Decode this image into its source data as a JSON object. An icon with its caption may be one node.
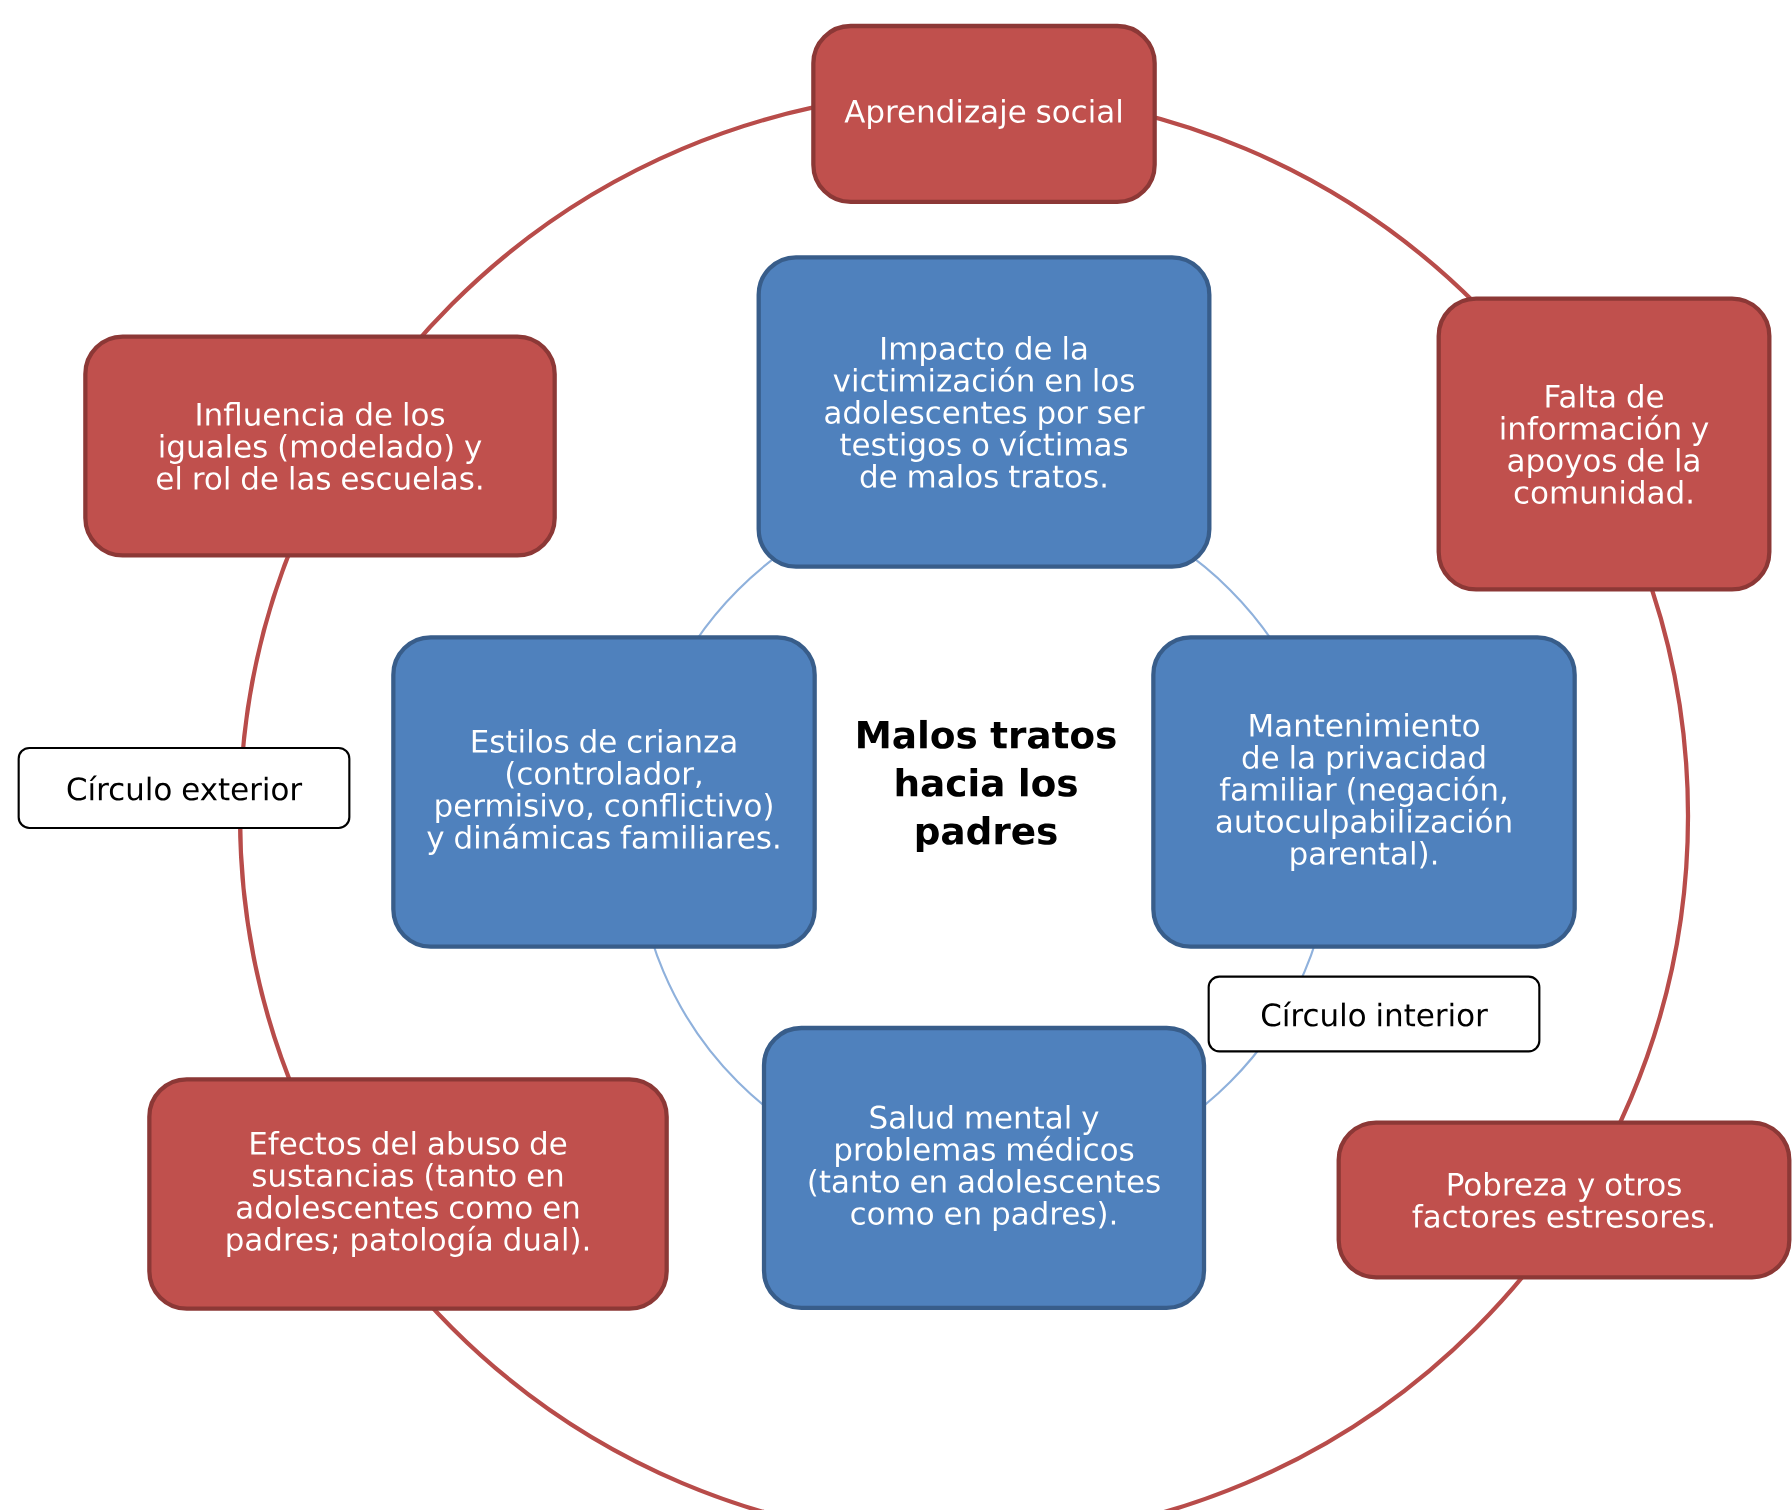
{
  "diagram": {
    "nodes": [
      {
        "text": [
          "Aprendizaje social"
        ]
      },
      {
        "text": [
          "Influencia de los iguales (modelado) y el rol de las escuelas."
        ]
      },
      {
        "text": [
          "Falta de información y apoyos de la comunidad."
        ]
      },
      {
        "text": [
          "Círculo exterior"
        ]
      },
      {
        "text": [
          "Efectos del abuso de sustancias (tanto en adolescentes como en padres; patología dual)."
        ]
      },
      {
        "text": [
          "Pobreza y otros factores estresores."
        ]
      },
      {
        "text": [
          "Impacto de la victimización en los adolescentes por ser testigos o víctimas de malos tratos."
        ]
      },
      {
        "text": [
          "Estilos de crianza (controlador, permisivo, conflictivo) y dinámicas familiares."
        ]
      },
      {
        "text": [
          "Mantenimiento de la privacidad familiar (negación, autoculpabilización parental)."
        ]
      },
      {
        "text": [
          "Círculo interior"
        ]
      },
      {
        "text": [
          "Salud mental y problemas médicos (tanto en adolescentes como en padres)."
        ]
      }
    ],
    "labels": [
      "Malos tratos hacia los padres"
    ]
  }
}
